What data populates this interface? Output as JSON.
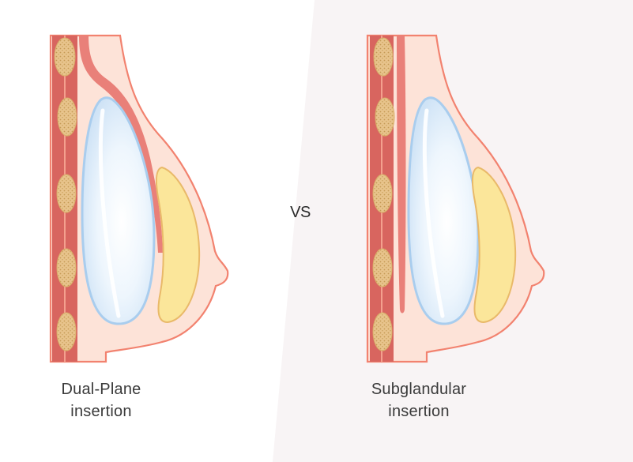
{
  "left_panel": {
    "caption_line1": "Dual-Plane",
    "caption_line2": "insertion"
  },
  "right_panel": {
    "caption_line1": "Subglandular",
    "caption_line2": "insertion"
  },
  "vs_label": "VS",
  "colors": {
    "left_background": "#ffffff",
    "right_background": "#f8f4f5",
    "skin_fill": "#fde3d8",
    "skin_outline": "#f2826f",
    "muscle": "#e98079",
    "rib_bar": "#d8655f",
    "fat_nodule": "#e8c48c",
    "implant_fill": "#dfeefa",
    "implant_outline": "#a9cdee",
    "gland_fill": "#fbe69a",
    "gland_outline": "#e9b969"
  }
}
